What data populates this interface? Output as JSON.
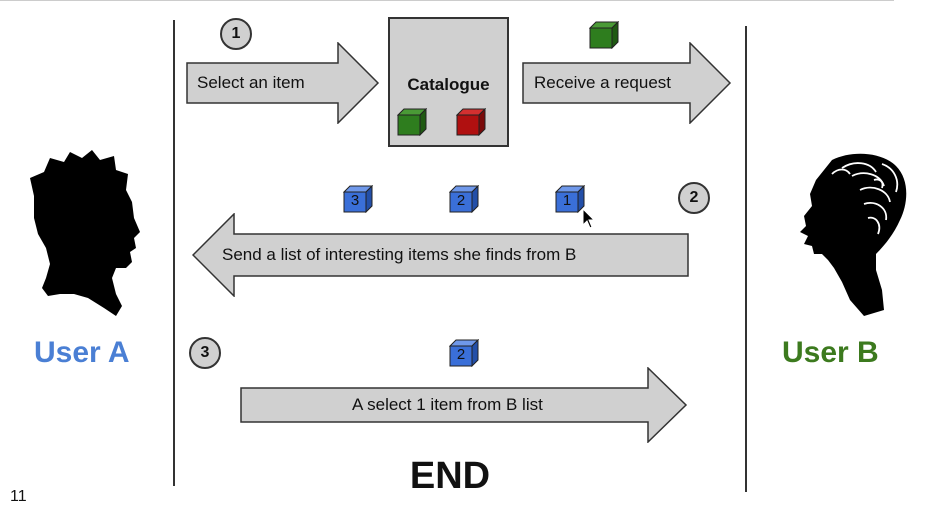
{
  "steps": {
    "s1": "1",
    "s2": "2",
    "s3": "3"
  },
  "arrows": {
    "select_item": "Select an item",
    "receive_request": "Receive a request",
    "send_list": "Send a list of interesting items she finds from B",
    "a_select": "A select 1 item from B list"
  },
  "catalogue": {
    "title": "Catalogue"
  },
  "cubes": {
    "list": [
      "3",
      "2",
      "1"
    ],
    "selected": "2"
  },
  "users": {
    "a": "User A",
    "b": "User B"
  },
  "end_label": "END",
  "page_number": "11",
  "colors": {
    "arrow_fill": "#d0d0d0",
    "green_cube": "#2e7d1e",
    "red_cube": "#b01010",
    "blue_cube": "#3a6fd8",
    "user_a": "#4a7fd4",
    "user_b": "#3c7a1e"
  },
  "icons": {
    "user_a": "male-silhouette-icon",
    "user_b": "female-silhouette-icon",
    "cursor": "mouse-pointer-icon"
  }
}
